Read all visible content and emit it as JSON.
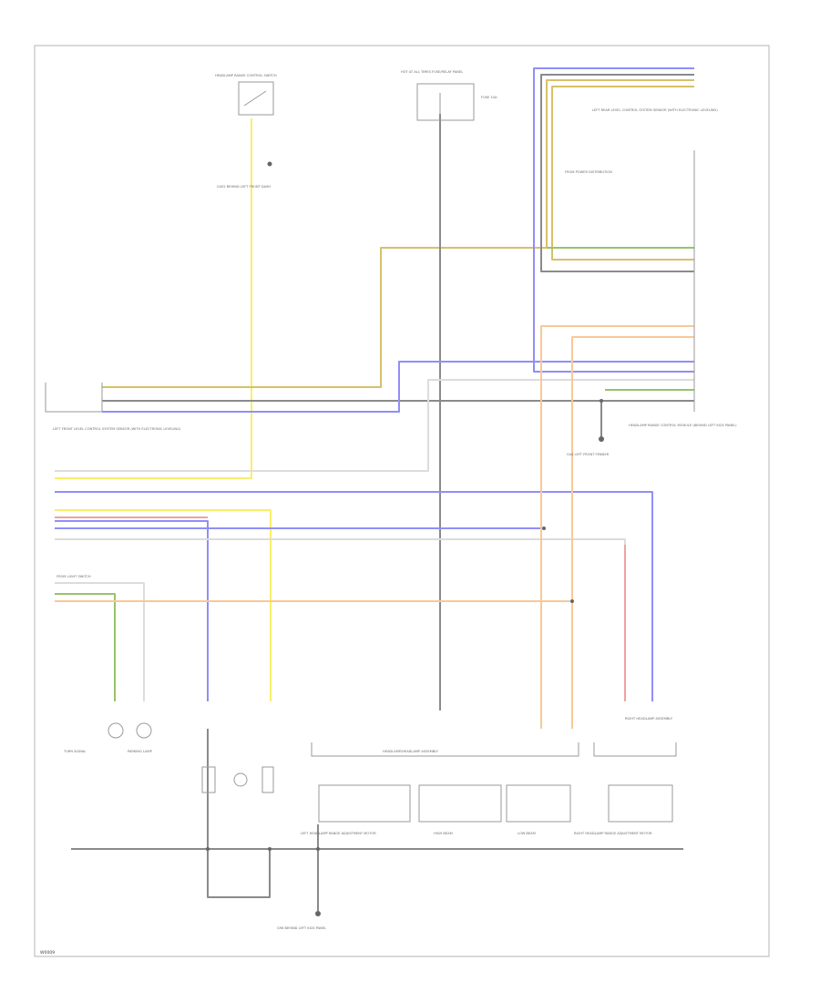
{
  "diagram": {
    "wires": {
      "yellow": "#f7ef6a",
      "blue": "#8f8ff8",
      "tan": "#d7c069",
      "black": "#8a8a8a",
      "green": "#98c36a",
      "orange": "#f8c898",
      "red": "#f0a2a2",
      "gray": "#b0b0b0",
      "white": "#dcdcdc"
    },
    "labels": {
      "left_front_level_sensor": "LEFT FRONT LEVEL CONTROL SYSTEM SENSOR (WITH ELECTRONIC LEVELING)",
      "headlamp_range_module": "HEADLAMP RANGE CONTROL MODULE (BEHIND LEFT KICK PANEL)",
      "left_rear_level_sensor": "LEFT REAR LEVEL CONTROL SYSTEM SENSOR (WITH ELECTRONIC LEVELING)",
      "fuse_panel": "HOT AT ALL TIMES FUSE/RELAY PANEL",
      "fuse": "FUSE 10A",
      "range_switch": "HEADLAMP RANGE CONTROL SWITCH",
      "left_headlamp_assembly": "HEADLAMP/HEADLAMP ASSEMBLY",
      "right_headlamp_assembly": "RIGHT HEADLAMP ASSEMBLY",
      "left_range_motor": "LEFT HEADLAMP RANGE ADJUSTMENT MOTOR",
      "high_beam": "HIGH BEAM",
      "low_beam": "LOW BEAM",
      "turn_signal": "TURN SIGNAL",
      "parking_lamp": "PARKING LAMP",
      "right_range_motor": "RIGHT HEADLAMP RANGE ADJUSTMENT MOTOR",
      "ground_g1": "G402 BEHIND LEFT FRONT DASH",
      "ground_g2": "G44 LEFT FRONT FENDER",
      "ground_g3": "G98 BEHIND LEFT KICK PANEL",
      "from_power_dist": "FROM POWER DISTRIBUTION",
      "from_light_switch": "FROM LIGHT SWITCH"
    },
    "footer": "W0009"
  }
}
